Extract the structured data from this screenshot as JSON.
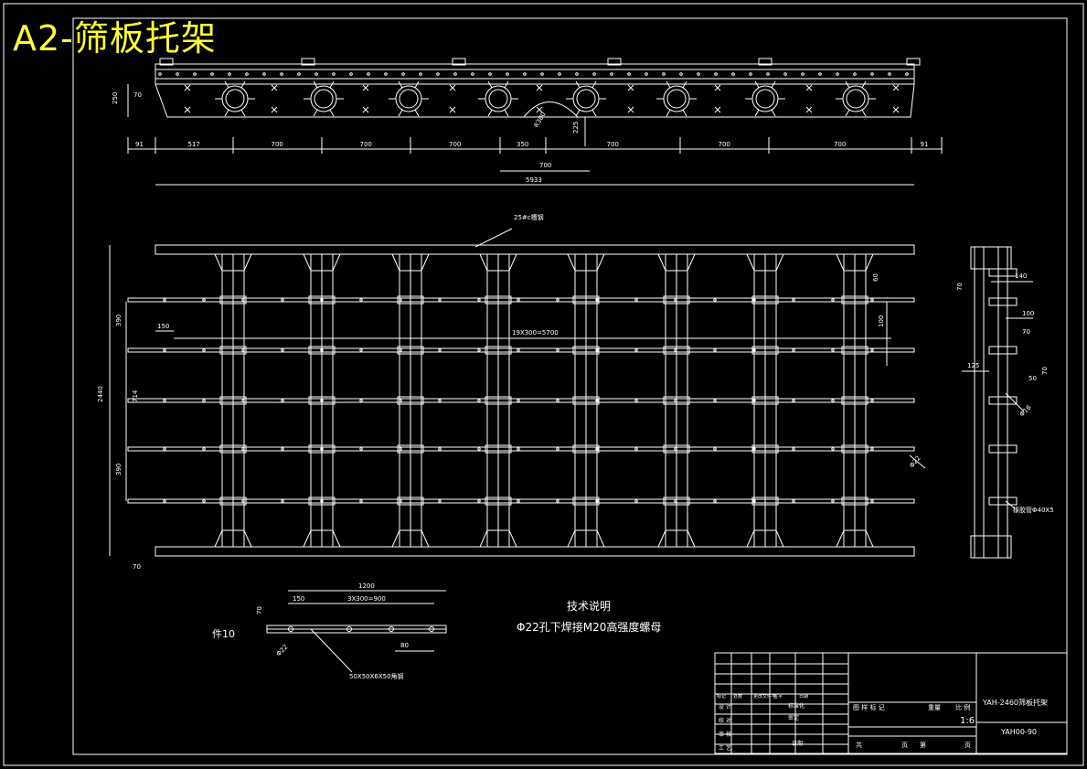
{
  "title": "A2-筛板托架",
  "top_view": {
    "height_dim": "250",
    "offset_dim": "70",
    "spans": [
      "91",
      "517",
      "700",
      "700",
      "700",
      "350",
      "700",
      "700",
      "700",
      "91"
    ],
    "hole_spacing": "700",
    "overall": "5933",
    "arc_radius": "R300",
    "arc_depth": "225"
  },
  "plan_view": {
    "note": "25#c槽钢",
    "height_total": "2440",
    "dims_left": [
      "390",
      "714",
      "390"
    ],
    "edge_dim": "150",
    "pitch": "19X300=5700",
    "right_dims": [
      "60",
      "100"
    ],
    "bottom_dim": "70",
    "hole_dim": "Φ22"
  },
  "side_view": {
    "dims": [
      "140",
      "70",
      "100",
      "70",
      "125",
      "50",
      "70",
      "Φ16"
    ],
    "rubber_note": "橡胶管Φ40X5"
  },
  "part": {
    "label": "件10",
    "length": "1200",
    "pitch": "3X300=900",
    "edge": "150",
    "height": "70",
    "end": "80",
    "hole": "Φ22",
    "angle_note": "50X50X6X50角钢"
  },
  "tech_notes": {
    "heading": "技术说明",
    "line1": "Φ22孔下焊接M20高强度螺母"
  },
  "title_block": {
    "rev_headers": [
      "标记",
      "处数",
      "更改文件号",
      "签字",
      "日期"
    ],
    "roles": [
      "设 计",
      "校 对",
      "审 核",
      "工 艺"
    ],
    "std": [
      "标准化",
      "审定"
    ],
    "date_label": "日期",
    "mark_row": [
      "图 样 标 记",
      "重量",
      "比 例"
    ],
    "scale": "1:6",
    "sheet_row": [
      "共",
      "页",
      "第",
      "页"
    ],
    "drawing_name": "YAH-2460筛板托架",
    "drawing_no": "YAH00-90"
  }
}
